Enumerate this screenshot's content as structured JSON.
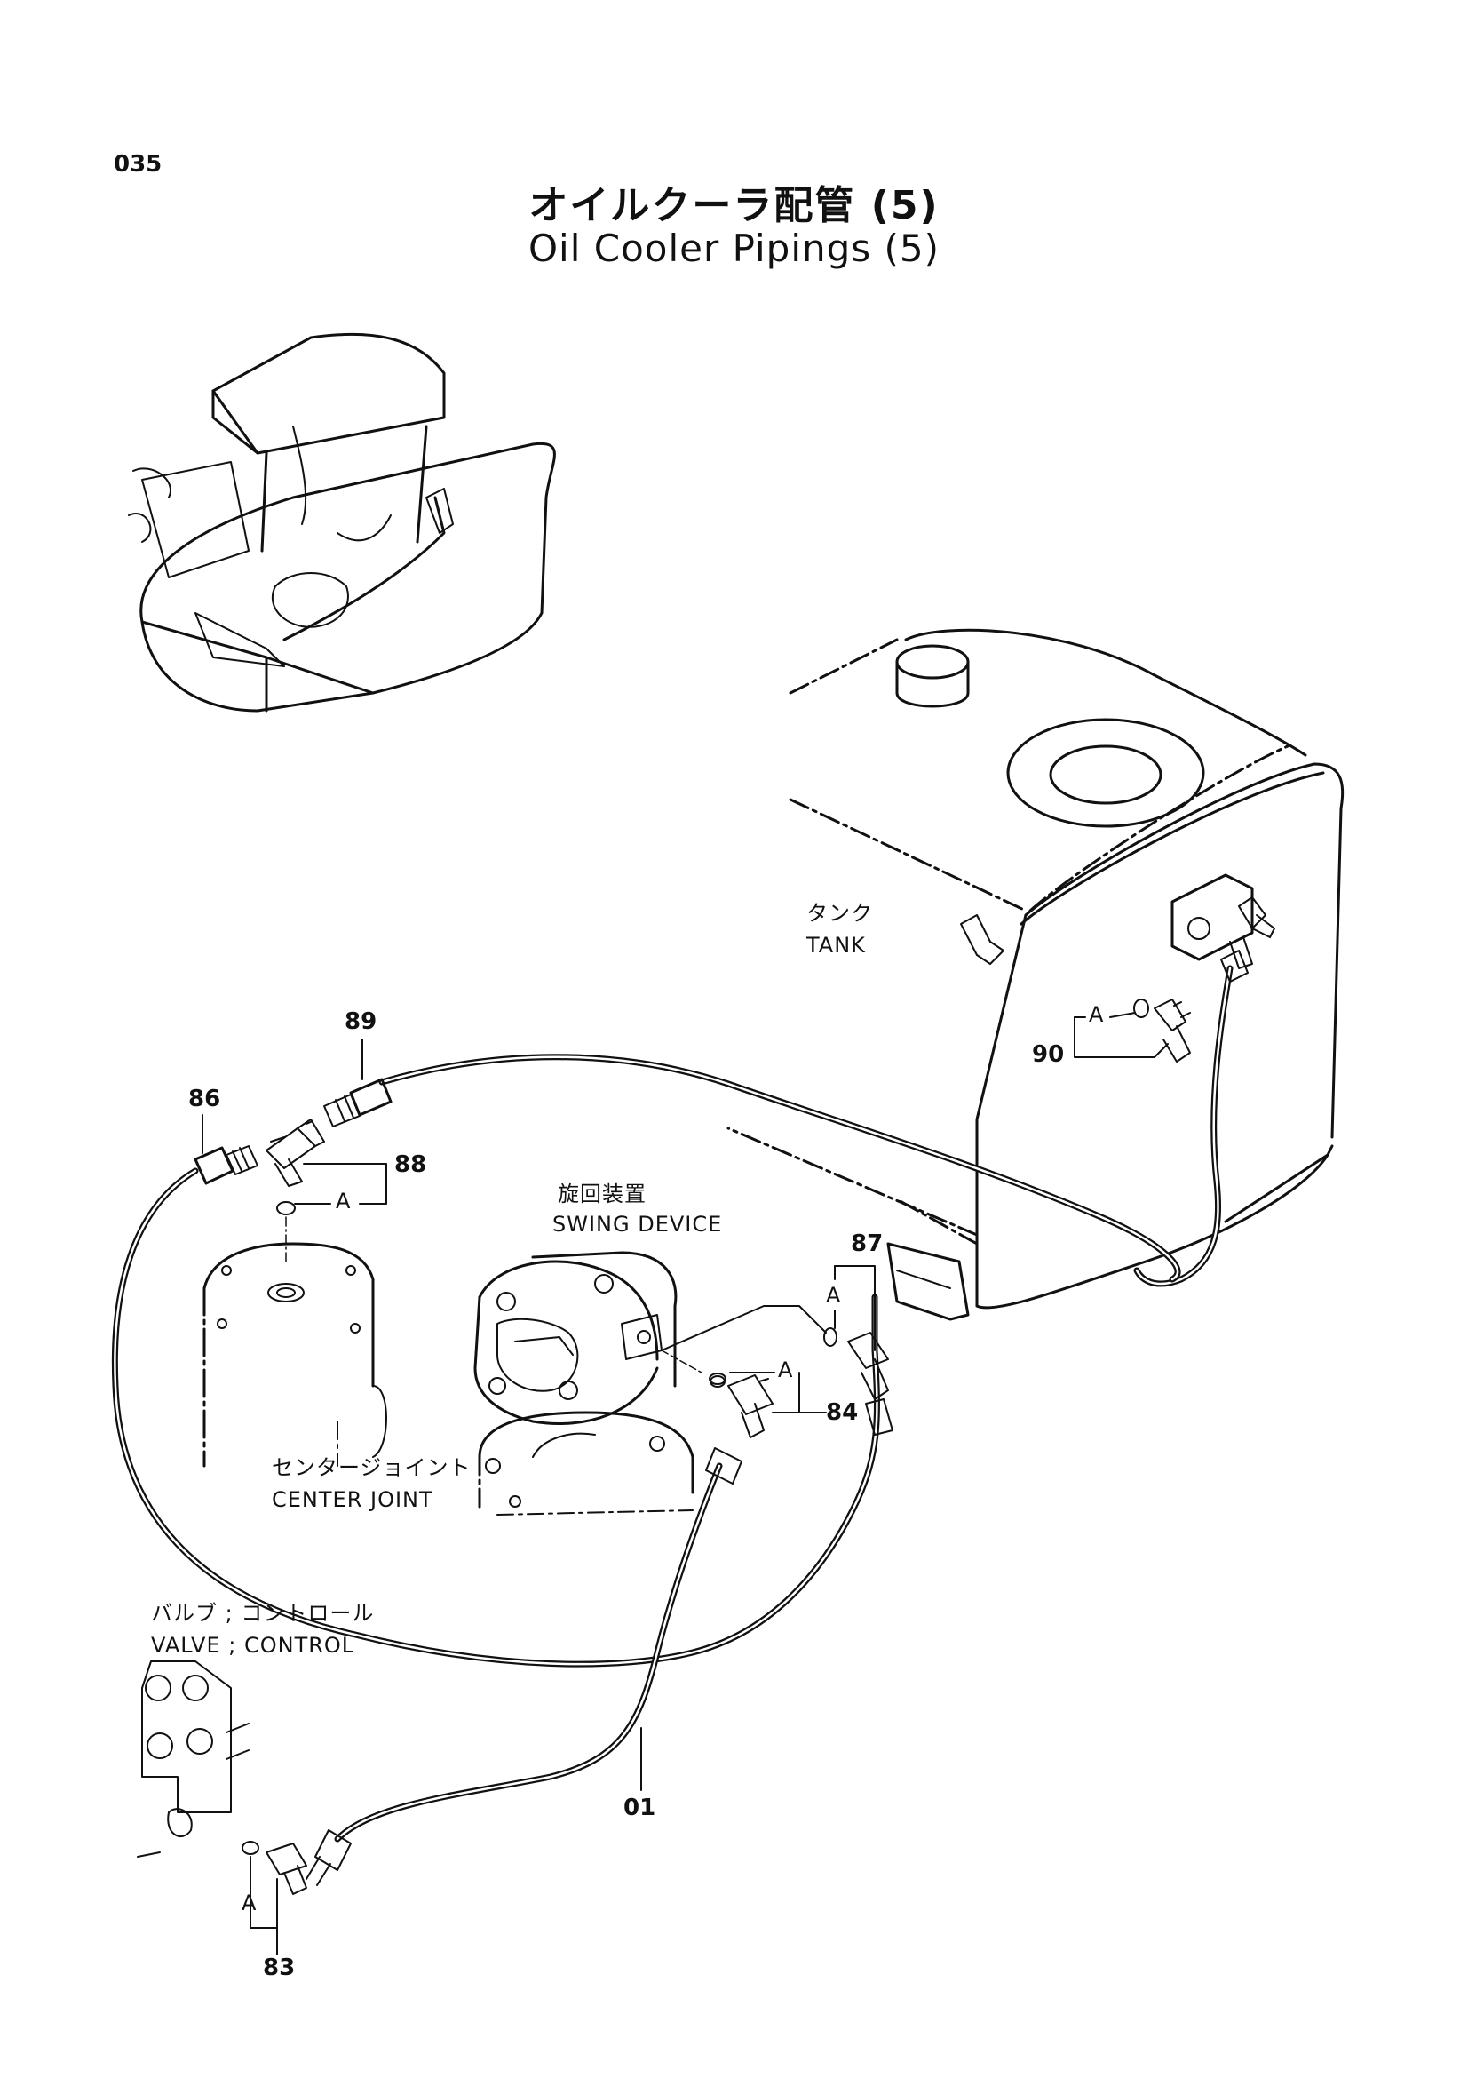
{
  "page_number": "035",
  "title_ja": "オイルクーラ配管 (5)",
  "title_en": "Oil Cooler Pipings (5)",
  "components": {
    "tank": {
      "ja": "タンク",
      "en": "TANK"
    },
    "swing_device": {
      "ja": "旋回装置",
      "en": "SWING DEVICE"
    },
    "center_joint": {
      "ja": "センタージョイント",
      "en": "CENTER JOINT"
    },
    "control_valve": {
      "ja": "バルブ ; コントロール",
      "en": "VALVE ; CONTROL"
    }
  },
  "part_numbers": {
    "p01": "01",
    "p83": "83",
    "p84": "84",
    "p86": "86",
    "p87": "87",
    "p88": "88",
    "p89": "89",
    "p90": "90"
  },
  "ref_marker": "A"
}
